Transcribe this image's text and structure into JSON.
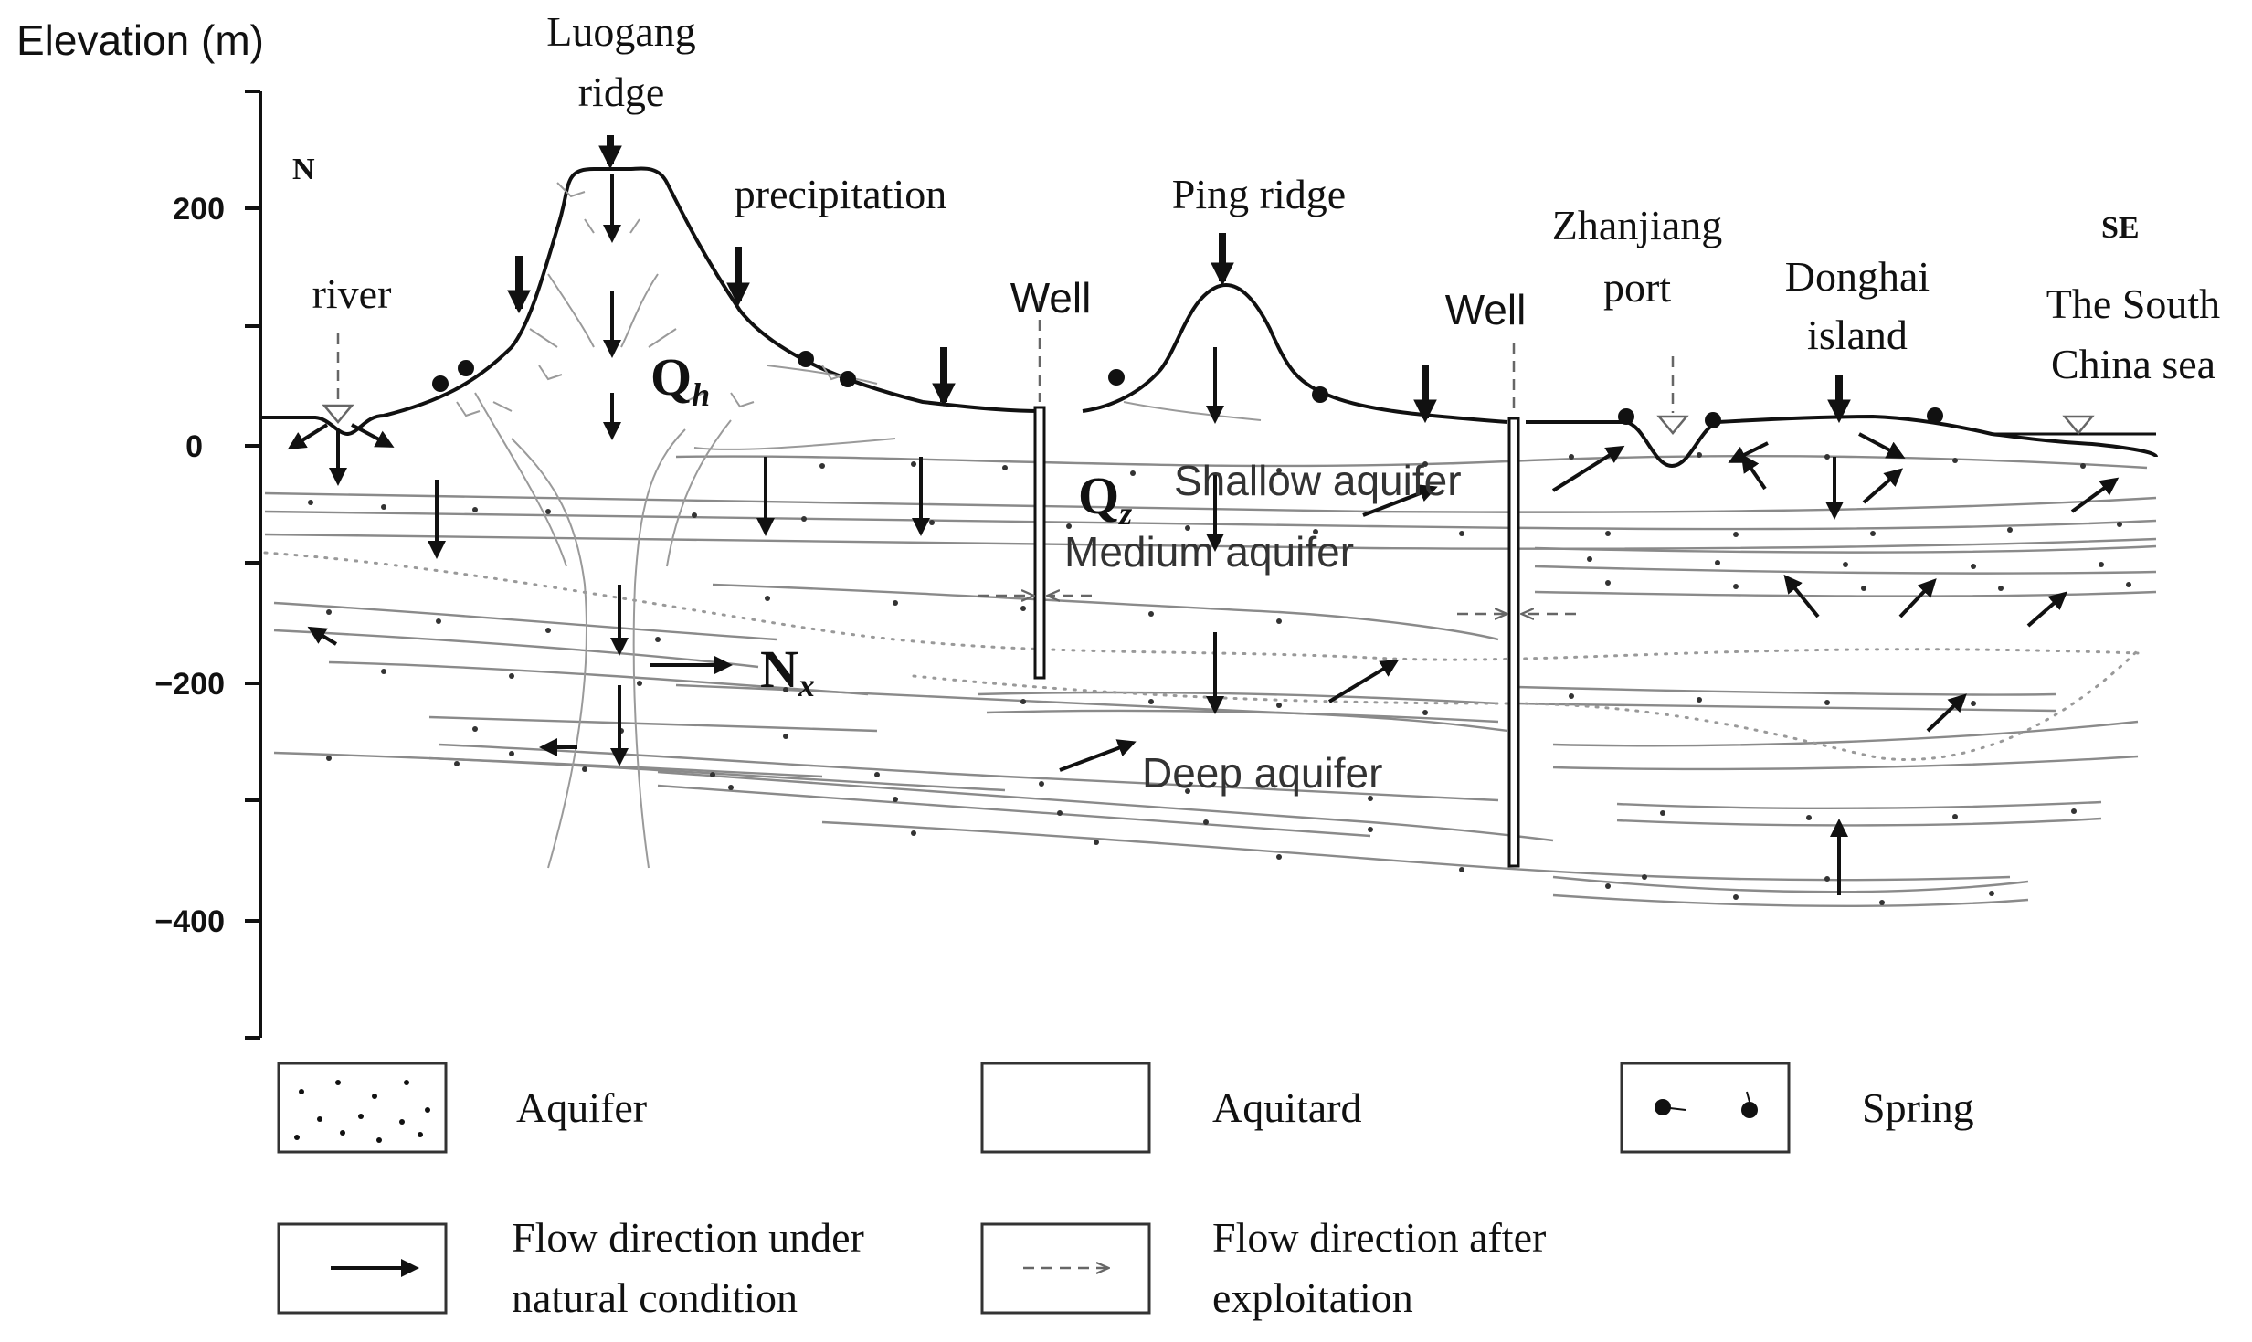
{
  "axis": {
    "title": "Elevation (m)",
    "ticks": [
      "200",
      "0",
      "−200",
      "−400"
    ]
  },
  "compass": {
    "left": "N",
    "right": "SE"
  },
  "labels": {
    "luogang_line1": "Luogang",
    "luogang_line2": "ridge",
    "precipitation": "precipitation",
    "river": "river",
    "well_left": "Well",
    "ping_ridge": "Ping ridge",
    "well_right": "Well",
    "zhanjiang_line1": "Zhanjiang",
    "zhanjiang_line2": "port",
    "donghai_line1": "Donghai",
    "donghai_line2": "island",
    "sea_line1": "The South",
    "sea_line2": "China sea",
    "shallow_aquifer": "Shallow aquifer",
    "medium_aquifer": "Medium aquifer",
    "deep_aquifer": "Deep aquifer",
    "qh_main": "Q",
    "qh_sub": "h",
    "qz_main": "Q",
    "qz_sub": "z",
    "nx_main": "N",
    "nx_sub": "x"
  },
  "legend": {
    "aquifer": "Aquifer",
    "aquitard": "Aquitard",
    "spring": "Spring",
    "natural_line1": "Flow direction under",
    "natural_line2": "natural condition",
    "exploit_line1": "Flow direction after",
    "exploit_line2": "exploitation"
  }
}
